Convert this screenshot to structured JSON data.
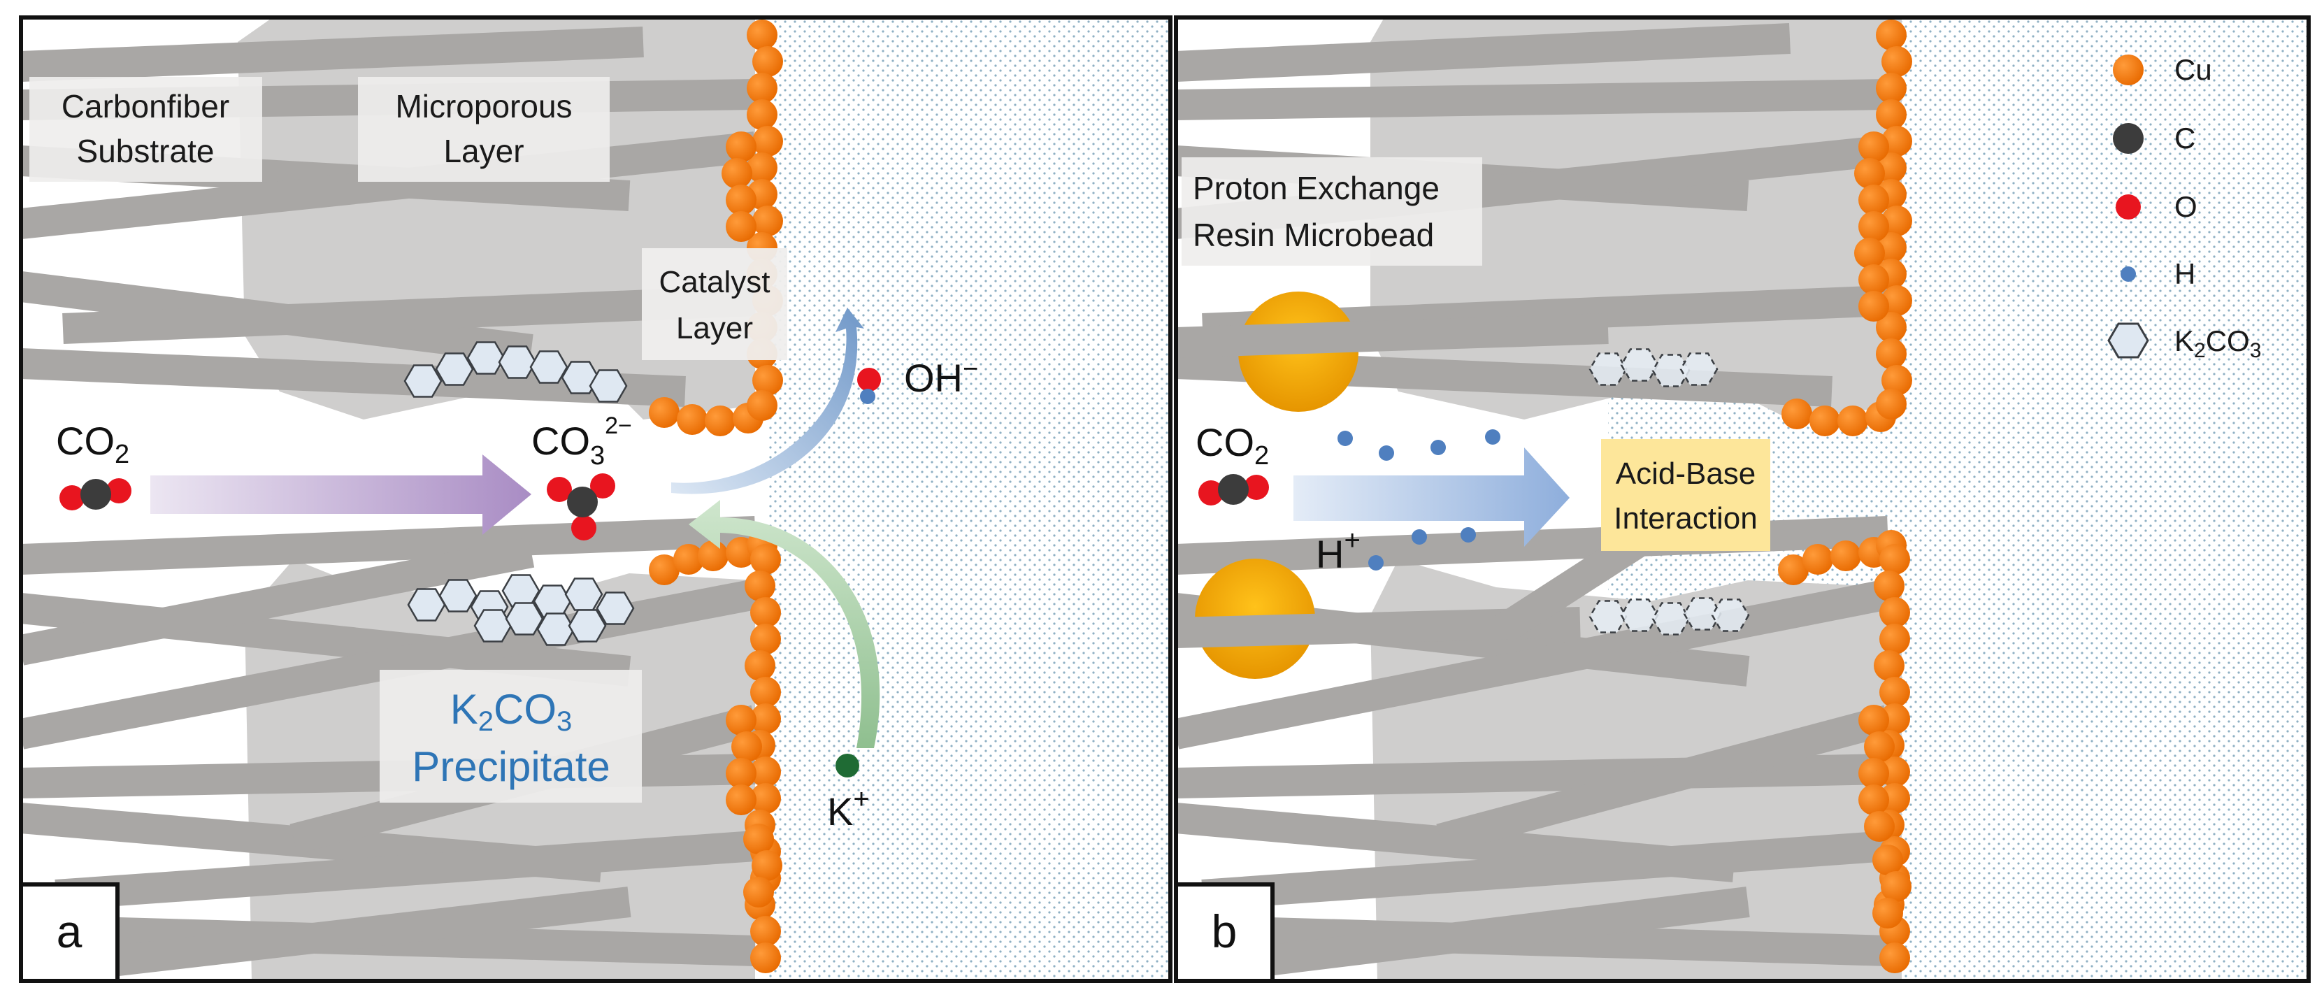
{
  "colors": {
    "fiber": "#a9a7a5",
    "microporous": "#cfcecd",
    "electrolyte_dots": "#8fb0c4",
    "cu": "#f07a10",
    "c": "#3c3c3c",
    "o": "#e8151f",
    "h": "#4f7fbf",
    "k": "#1f6b34",
    "resin": "#f5a300",
    "k2co3_fill": "#dfe8f2",
    "k2co3_stroke": "#3b3f44",
    "label_box": "#efeeed",
    "acid_base_box": "#fde69a",
    "blue_text": "#2e75b6"
  },
  "panel_a": {
    "panel_label": "a",
    "labels": {
      "carbonfiber_line1": "Carbonfiber",
      "carbonfiber_line2": "Substrate",
      "microporous_line1": "Microporous",
      "microporous_line2": "Layer",
      "catalyst_line1": "Catalyst",
      "catalyst_line2": "Layer",
      "co2_main": "CO",
      "co2_sub": "2",
      "co3_main": "CO",
      "co3_sub": "3",
      "co3_sup": "2−",
      "oh": "OH",
      "oh_sup": "−",
      "k_main": "K",
      "k_sup": "+",
      "precip_k": "K",
      "precip_sub1": "2",
      "precip_co": "CO",
      "precip_sub2": "3",
      "precip_line2": "Precipitate"
    }
  },
  "panel_b": {
    "panel_label": "b",
    "labels": {
      "resin_line1": "Proton Exchange",
      "resin_line2": "Resin Microbead",
      "co2_main": "CO",
      "co2_sub": "2",
      "h_main": "H",
      "h_sup": "+",
      "acid_line1": "Acid-Base",
      "acid_line2": "Interaction"
    },
    "legend": {
      "cu": "Cu",
      "c": "C",
      "o": "O",
      "h": "H",
      "k2co3_k": "K",
      "k2co3_sub1": "2",
      "k2co3_co": "CO",
      "k2co3_sub2": "3"
    }
  }
}
